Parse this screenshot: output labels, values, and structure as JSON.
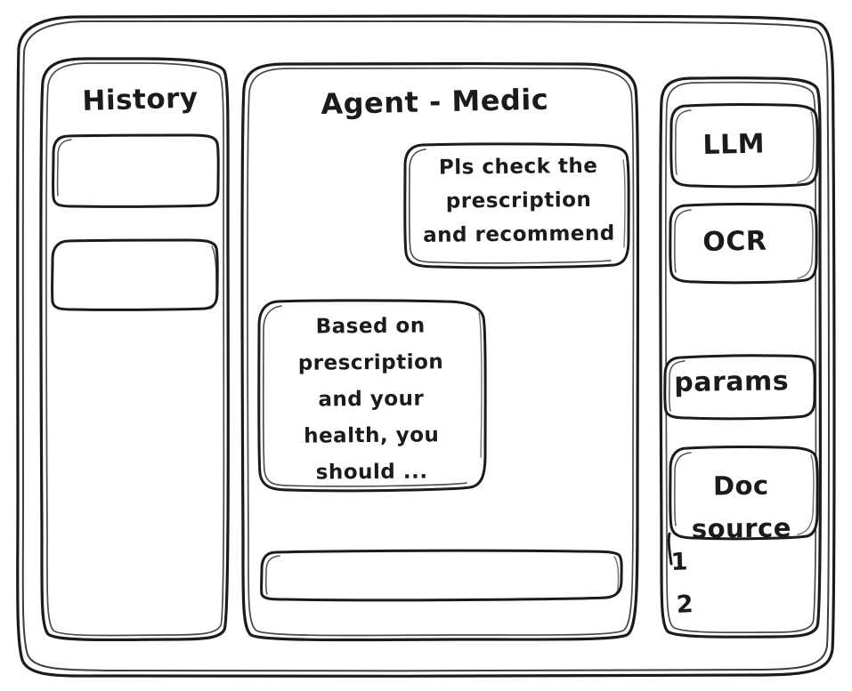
{
  "window": {
    "frame_name": "app-window",
    "stroke_color": "#1b1b1b",
    "background_color": "#ffffff",
    "style": "hand-drawn wireframe sketch"
  },
  "sidebar_left": {
    "title": "History",
    "items": [
      {
        "label": "",
        "name": "history-item-1"
      },
      {
        "label": "",
        "name": "history-item-2"
      }
    ]
  },
  "main": {
    "title": "Agent - Medic",
    "messages": [
      {
        "role": "user",
        "align": "right",
        "text": "Pls check the\nprescription\nand recommend"
      },
      {
        "role": "agent",
        "align": "left",
        "text": "Based on\nprescription\nand your\nhealth, you\nshould ..."
      }
    ],
    "composer": {
      "value": "",
      "placeholder": ""
    }
  },
  "sidebar_right": {
    "tools": [
      {
        "label": "LLM",
        "name": "tool-llm"
      },
      {
        "label": "OCR",
        "name": "tool-ocr"
      }
    ],
    "params": {
      "label": "params"
    },
    "doc_source": {
      "label": "Doc\nsource",
      "items": [
        "1",
        "2"
      ]
    }
  }
}
